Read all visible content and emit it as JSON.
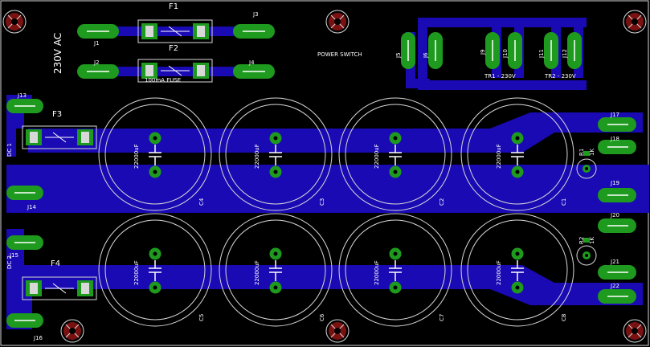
{
  "board": {
    "voltage_label": "230V AC",
    "power_switch_label": "POWER SWITCH",
    "fuse_note": "100mA FUSE",
    "tr1_label": "TR1 - 230V",
    "tr2_label": "TR2 - 230V",
    "dc1_label": "DC 1",
    "dc2_label": "DC 2"
  },
  "connectors": {
    "j1": "J1",
    "j2": "J2",
    "j3": "J3",
    "j4": "J4",
    "j5": "J5",
    "j6": "J6",
    "j9": "J9",
    "j10": "J10",
    "j11": "J11",
    "j12": "J12",
    "j13": "J13",
    "j14": "J14",
    "j15": "J15",
    "j16": "J16",
    "j17": "J17",
    "j18": "J18",
    "j19": "J19",
    "j20": "J20",
    "j21": "J21",
    "j22": "J22"
  },
  "fuses": {
    "f1": "F1",
    "f2": "F2",
    "f3": "F3",
    "f4": "F4"
  },
  "capacitors": {
    "value": "22000uF",
    "c1": "C1",
    "c2": "C2",
    "c3": "C3",
    "c4": "C4",
    "c5": "C5",
    "c6": "C6",
    "c7": "C7",
    "c8": "C8"
  },
  "resistors": {
    "r1": "R1",
    "r2": "R2",
    "r1_value": "1K",
    "r2_value": "1K"
  },
  "colors": {
    "background": "#000000",
    "copper": "#1a0ab4",
    "pad": "#1e9a1e",
    "silkscreen": "#ffffff",
    "outline": "#d8d8d8",
    "mount_hole": "#cc3333"
  }
}
